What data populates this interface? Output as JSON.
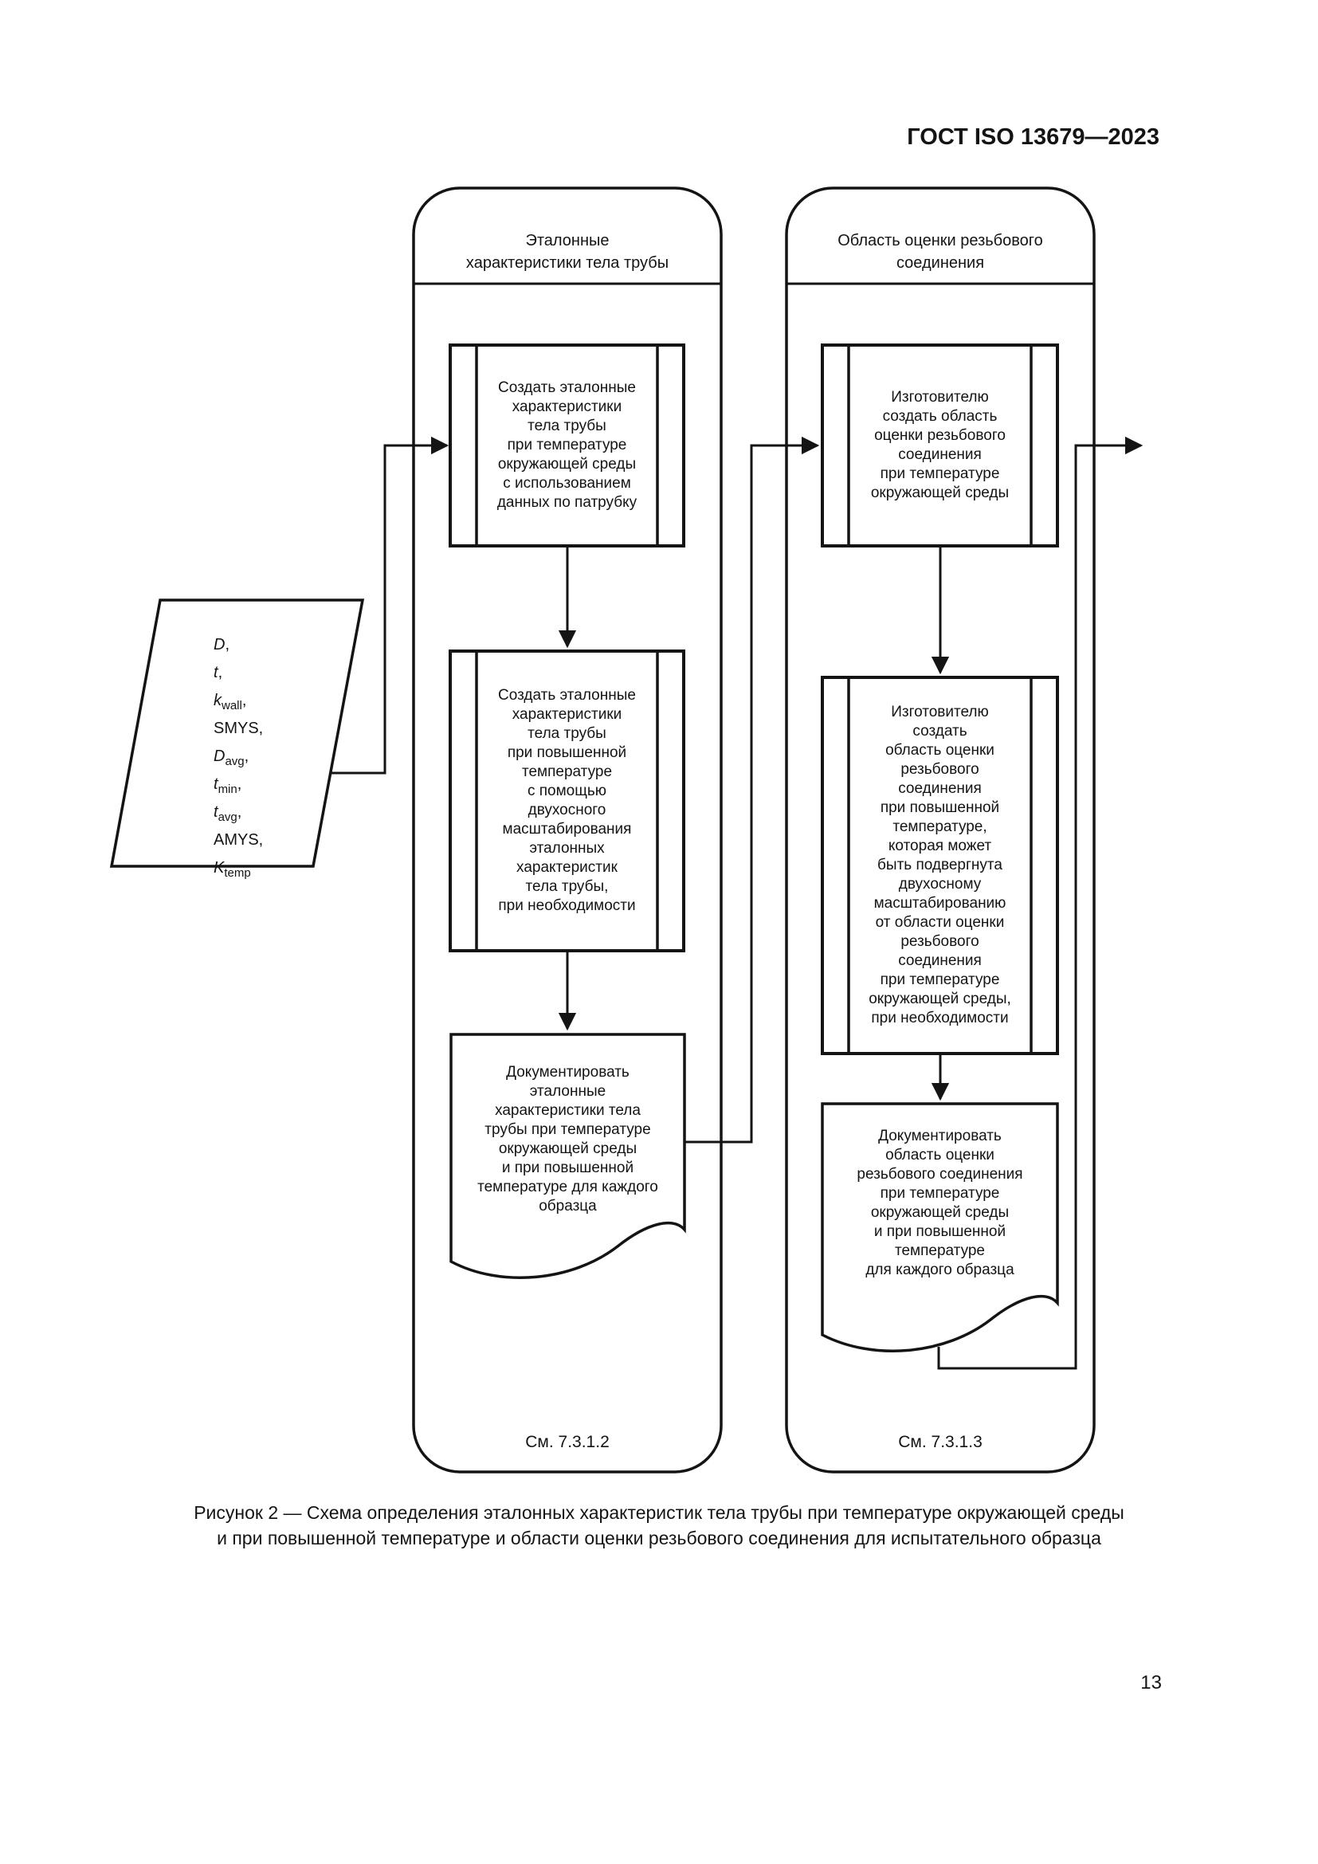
{
  "header": {
    "title": "ГОСТ ISO 13679—2023"
  },
  "page_number": "13",
  "caption": {
    "line1": "Рисунок 2 — Схема определения эталонных характеристик тела трубы при температуре окружающей среды",
    "line2": "и при повышенной температуре и области оценки резьбового соединения для испытательного образца"
  },
  "left_lane": {
    "title": "Эталонные\nхарактеристики тела трубы",
    "box1": "Создать эталонные\nхарактеристики\nтела трубы\nпри температуре\nокружающей среды\nс использованием\nданных по патрубку",
    "box2": "Создать эталонные\nхарактеристики\nтела трубы\nпри повышенной\nтемпературе\nс помощью\nдвухосного\nмасштабирования\nэталонных\nхарактеристик\nтела трубы,\nпри необходимости",
    "doc": "Документировать\nэталонные\nхарактеристики тела\nтрубы при температуре\nокружающей среды\nи при повышенной\nтемпературе для каждого\nобразца",
    "ref": "См. 7.3.1.2"
  },
  "right_lane": {
    "title": "Область оценки резьбового\nсоединения",
    "box1": "Изготовителю\nсоздать область\nоценки резьбового\nсоединения\nпри температуре\nокружающей среды",
    "box2": "Изготовителю\nсоздать\nобласть оценки\nрезьбового\nсоединения\nпри повышенной\nтемпературе,\nкоторая может\nбыть подвергнута\nдвухосному\nмасштабированию\nот области оценки\nрезьбового\nсоединения\nпри температуре\nокружающей среды,\nпри необходимости",
    "doc": "Документировать\nобласть оценки\nрезьбового соединения\nпри температуре\nокружающей среды\nи при повышенной\nтемпературе\nдля каждого образца",
    "ref": "См. 7.3.1.3"
  },
  "input_data": {
    "items": [
      {
        "it": "D",
        "sub": "",
        "rest": ","
      },
      {
        "it": "t",
        "sub": "",
        "rest": ","
      },
      {
        "it": "k",
        "sub": "wall",
        "rest": ","
      },
      {
        "it": "",
        "sub": "",
        "rest": "SMYS,"
      },
      {
        "it": "D",
        "sub": "avg",
        "rest": ","
      },
      {
        "it": "t",
        "sub": "min",
        "rest": ","
      },
      {
        "it": "t",
        "sub": "avg",
        "rest": ","
      },
      {
        "it": "",
        "sub": "",
        "rest": "AMYS,"
      },
      {
        "it": "K",
        "sub": "temp",
        "rest": ""
      }
    ]
  },
  "colors": {
    "ink": "#141414",
    "paper": "#ffffff"
  }
}
